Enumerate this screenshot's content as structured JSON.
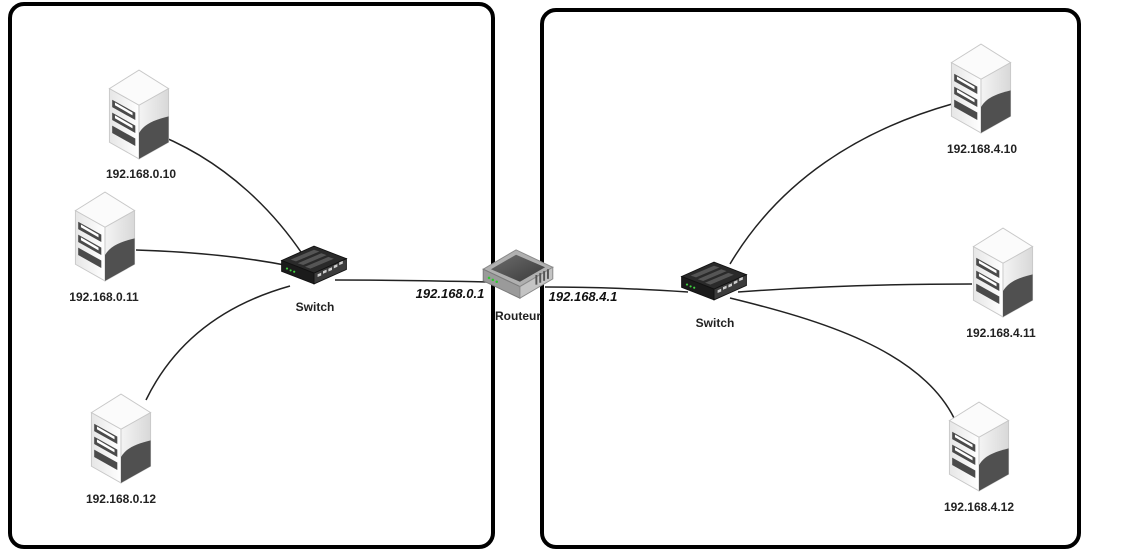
{
  "network": {
    "left": {
      "switch_label": "Switch",
      "router_ip": "192.168.0.1",
      "servers": [
        {
          "ip": "192.168.0.10"
        },
        {
          "ip": "192.168.0.11"
        },
        {
          "ip": "192.168.0.12"
        }
      ]
    },
    "right": {
      "switch_label": "Switch",
      "router_ip": "192.168.4.1",
      "servers": [
        {
          "ip": "192.168.4.10"
        },
        {
          "ip": "192.168.4.11"
        },
        {
          "ip": "192.168.4.12"
        }
      ]
    },
    "router": {
      "label": "Routeur"
    }
  },
  "colors": {
    "server_light": "#f2f2f2",
    "server_dark": "#555555",
    "switch_body": "#2b2b2b",
    "router_body": "#9a9a9a"
  }
}
